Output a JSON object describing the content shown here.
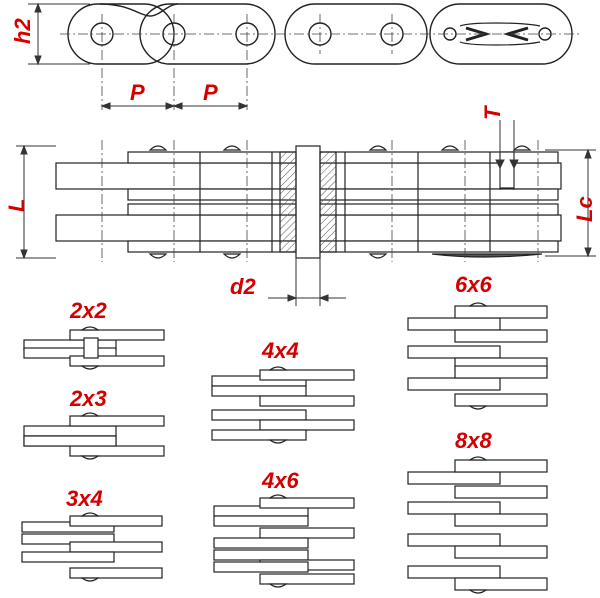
{
  "colors": {
    "label": "#d40000",
    "line": "#222222",
    "dim": "#333333",
    "hatch": "#555555"
  },
  "dimensions": {
    "h2": "h2",
    "p_left": "P",
    "p_right": "P",
    "t": "T",
    "l": "L",
    "lc": "Lc",
    "d2": "d2"
  },
  "configs": [
    {
      "label": "2x2"
    },
    {
      "label": "2x3"
    },
    {
      "label": "3x4"
    },
    {
      "label": "4x4"
    },
    {
      "label": "4x6"
    },
    {
      "label": "6x6"
    },
    {
      "label": "8x8"
    }
  ]
}
